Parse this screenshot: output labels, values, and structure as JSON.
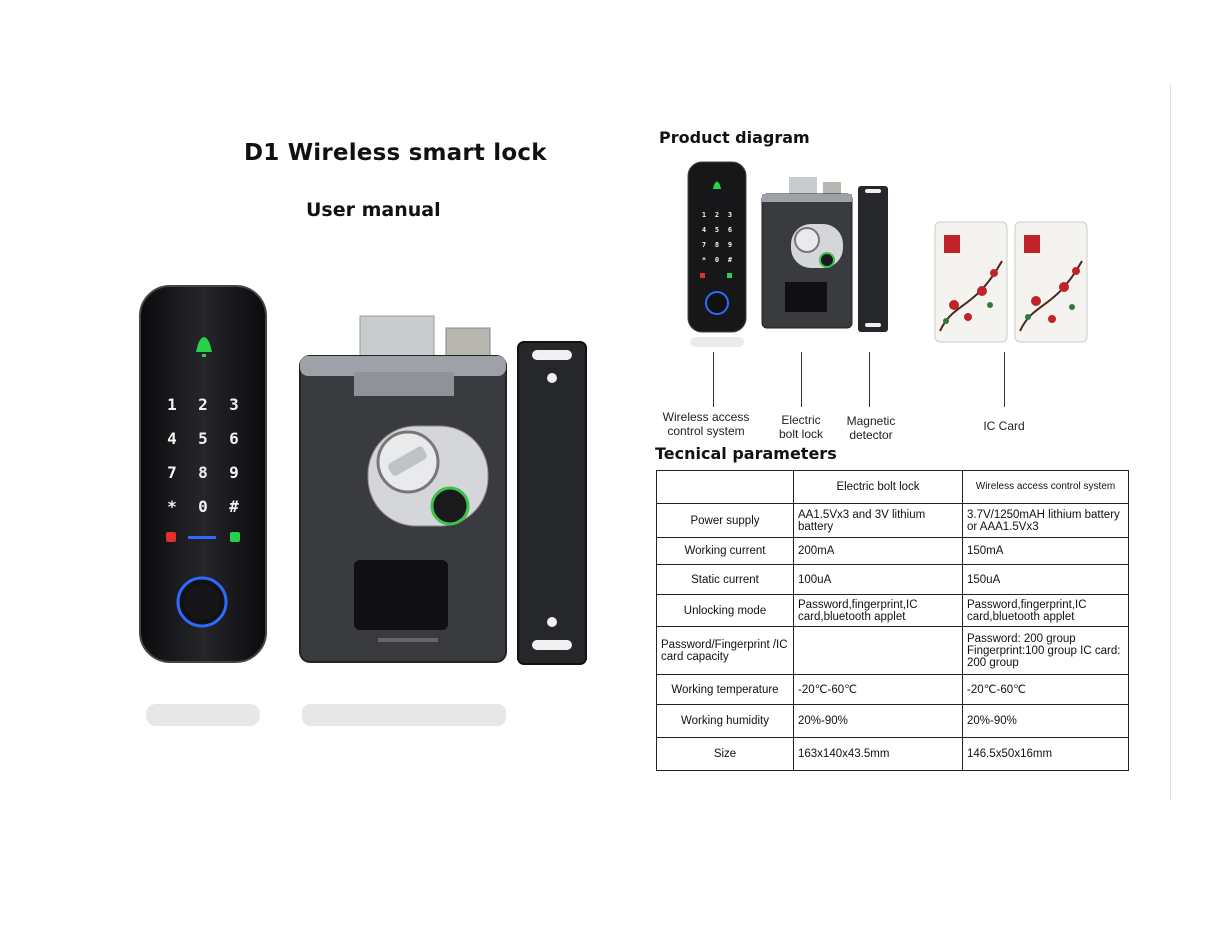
{
  "cover": {
    "title": "D1 Wireless smart lock",
    "subtitle": "User manual"
  },
  "keypad": {
    "keys": [
      "1",
      "2",
      "3",
      "4",
      "5",
      "6",
      "7",
      "8",
      "9",
      "*",
      "0",
      "#"
    ]
  },
  "diagram": {
    "heading": "Product diagram",
    "labels": {
      "access": "Wireless access control system",
      "bolt": "Electric bolt lock",
      "magnetic": "Magnetic detector",
      "card": "IC Card"
    }
  },
  "params": {
    "heading": "Tecnical parameters",
    "columns": [
      "",
      "Electric bolt lock",
      "Wireless access control system"
    ],
    "rows": [
      {
        "label": "Power supply",
        "bolt": "AA1.5Vx3 and 3V lithium battery",
        "system": "3.7V/1250mAH lithium battery or AAA1.5Vx3"
      },
      {
        "label": "Working current",
        "bolt": "200mA",
        "system": "150mA"
      },
      {
        "label": "Static current",
        "bolt": "100uA",
        "system": "150uA"
      },
      {
        "label": "Unlocking mode",
        "bolt": "Password,fingerprint,IC card,bluetooth applet",
        "system": "Password,fingerprint,IC card,bluetooth applet"
      },
      {
        "label": "Password/Fingerprint /IC card capacity",
        "bolt": "",
        "system": "Password: 200 group Fingerprint:100 group IC card: 200 group"
      },
      {
        "label": "Working temperature",
        "bolt": "-20℃-60℃",
        "system": "-20℃-60℃"
      },
      {
        "label": "Working humidity",
        "bolt": "20%-90%",
        "system": "20%-90%"
      },
      {
        "label": "Size",
        "bolt": "163x140x43.5mm",
        "system": "146.5x50x16mm"
      }
    ]
  },
  "colors": {
    "device_body": "#1e1e22",
    "key_white": "#f2f2f2",
    "bell_green": "#2bd04a",
    "lock_red": "#e0302a",
    "ring_blue": "#2b6cff",
    "bolt_grey": "#3a3b3e",
    "card_red": "#c0242a"
  }
}
